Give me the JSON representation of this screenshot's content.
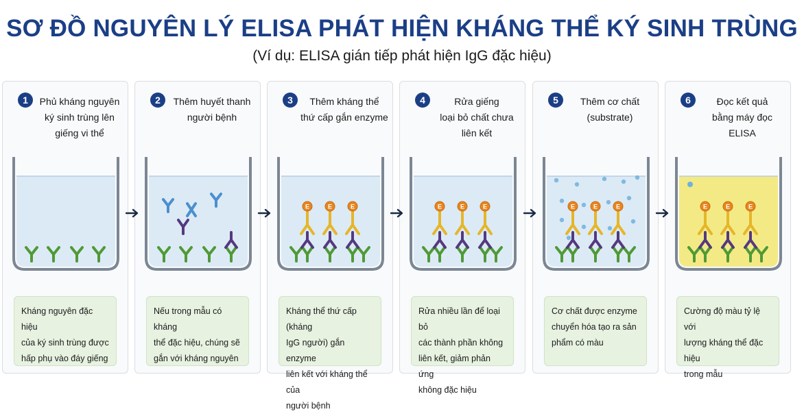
{
  "header": {
    "title": "SƠ ĐỒ NGUYÊN LÝ ELISA PHÁT HIỆN KHÁNG THỂ KÝ SINH TRÙNG",
    "subtitle": "(Ví dụ: ELISA gián tiếp phát hiện IgG đặc hiệu)"
  },
  "colors": {
    "title": "#1b3f86",
    "antigen": "#4f9a36",
    "primary_antibody": "#55397f",
    "free_antibody": "#4b8fcf",
    "secondary_antibody": "#e6b629",
    "enzyme": "#e8861f",
    "substrate_dot": "#6fb1dd",
    "liquid": "#dceaf5",
    "colored_liquid": "#f3ea86",
    "note_bg": "#e7f2e1"
  },
  "enzyme_label": "E",
  "steps": [
    {
      "number": "1",
      "title": "Phủ kháng nguyên\nký sinh trùng lên\ngiếng vi thể",
      "note": "Kháng nguyên đặc hiệu\ncủa ký sinh trùng được\nhấp phụ vào đáy giếng"
    },
    {
      "number": "2",
      "title": "Thêm huyết thanh\nngười bệnh",
      "note": "Nếu trong mẫu có kháng\nthể đặc hiệu, chúng sẽ\ngắn với kháng nguyên"
    },
    {
      "number": "3",
      "title": "Thêm kháng thể\nthứ cấp gắn enzyme",
      "note": "Kháng thể thứ cấp (kháng\nIgG người) gắn enzyme\nliên kết với kháng thể của\nngười bệnh"
    },
    {
      "number": "4",
      "title": "Rửa giếng\nloại bỏ chất chưa\nliên kết",
      "note": "Rửa nhiều lần để loại bỏ\ncác thành phần không\nliên kết, giảm phản ứng\nkhông đặc hiệu"
    },
    {
      "number": "5",
      "title": "Thêm cơ chất\n(substrate)",
      "note": "Cơ chất được enzyme\nchuyển hóa tạo ra sản\nphẩm có màu"
    },
    {
      "number": "6",
      "title": "Đọc kết quả\nbằng máy đọc ELISA",
      "note": "Cường độ màu tỷ lệ với\nlượng kháng thể đặc hiệu\ntrong mẫu"
    }
  ]
}
